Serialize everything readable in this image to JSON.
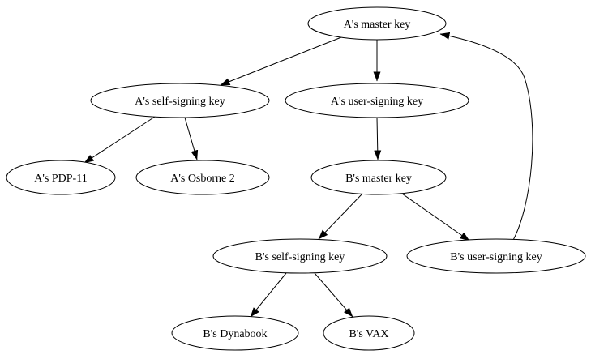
{
  "colors": {
    "background": "#ffffff",
    "stroke": "#000000",
    "text": "#000000"
  },
  "diagram": {
    "type": "directed-graph",
    "nodes": [
      {
        "id": "a-master-key",
        "label": "A's master key"
      },
      {
        "id": "a-self-signing-key",
        "label": "A's self-signing key"
      },
      {
        "id": "a-user-signing-key",
        "label": "A's user-signing key"
      },
      {
        "id": "a-pdp-11",
        "label": "A's PDP-11"
      },
      {
        "id": "a-osborne-2",
        "label": "A's Osborne 2"
      },
      {
        "id": "b-master-key",
        "label": "B's master key"
      },
      {
        "id": "b-self-signing-key",
        "label": "B's self-signing key"
      },
      {
        "id": "b-user-signing-key",
        "label": "B's user-signing key"
      },
      {
        "id": "b-dynabook",
        "label": "B's Dynabook"
      },
      {
        "id": "b-vax",
        "label": "B's VAX"
      }
    ],
    "edges": [
      {
        "from": "a-master-key",
        "to": "a-self-signing-key"
      },
      {
        "from": "a-master-key",
        "to": "a-user-signing-key"
      },
      {
        "from": "a-self-signing-key",
        "to": "a-pdp-11"
      },
      {
        "from": "a-self-signing-key",
        "to": "a-osborne-2"
      },
      {
        "from": "a-user-signing-key",
        "to": "b-master-key"
      },
      {
        "from": "b-master-key",
        "to": "b-self-signing-key"
      },
      {
        "from": "b-master-key",
        "to": "b-user-signing-key"
      },
      {
        "from": "b-self-signing-key",
        "to": "b-dynabook"
      },
      {
        "from": "b-self-signing-key",
        "to": "b-vax"
      },
      {
        "from": "b-user-signing-key",
        "to": "a-master-key"
      }
    ]
  }
}
